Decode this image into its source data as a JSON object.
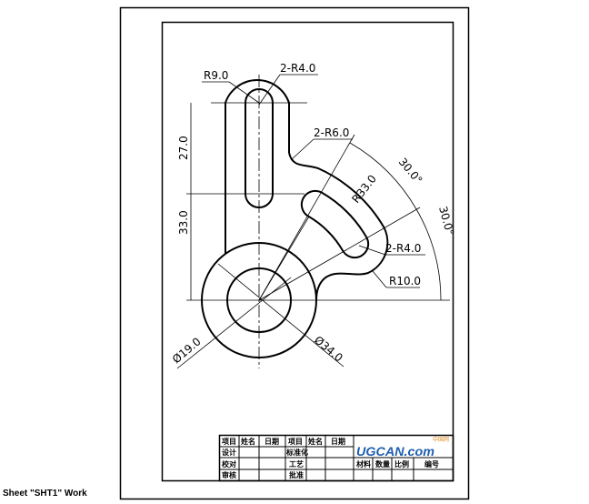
{
  "sheet_label": "Sheet \"SHT1\" Work",
  "dimensions": {
    "r9": "R9.0",
    "slot_r4": "2-R4.0",
    "fillet_r6": "2-R6.0",
    "r33": "R33.0",
    "angle_top": "30.0°",
    "angle_right": "30.0°",
    "arc_slot_r4": "2-R4.0",
    "r10": "R10.0",
    "len27": "27.0",
    "len33": "33.0",
    "dia19": "Ø19.0",
    "dia34": "Ø34.0"
  },
  "title_block": {
    "row1": [
      "项目",
      "姓名",
      "日期",
      "项目",
      "姓名",
      "日期"
    ],
    "row2": [
      "设计",
      "标准化"
    ],
    "row3": [
      "校对",
      "工艺",
      "材料",
      "数量",
      "比例",
      "编号"
    ],
    "row4": [
      "审核",
      "批准"
    ],
    "logo": "UGCAN.com",
    "logo_sub": "中国网"
  },
  "colors": {
    "line": "#000000",
    "logo_blue": "#1f5fb0",
    "logo_orange": "#e08a1e"
  }
}
